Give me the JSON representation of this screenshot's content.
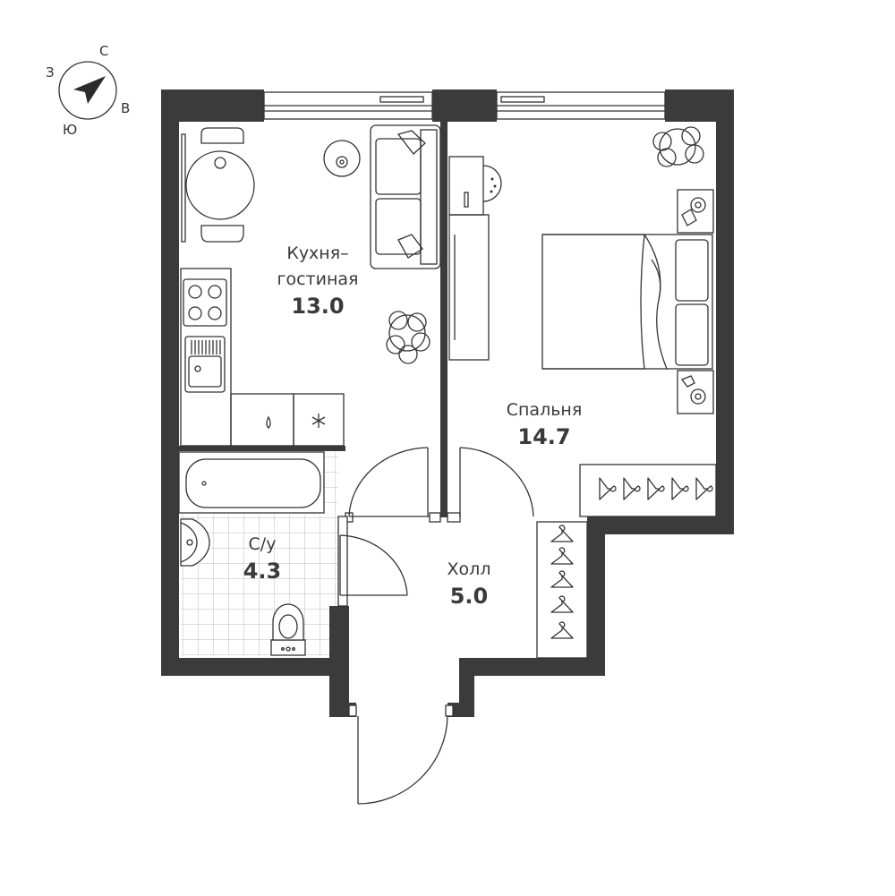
{
  "compass": {
    "north": "С",
    "east": "В",
    "south": "Ю",
    "west": "З"
  },
  "rooms": [
    {
      "id": "kitchen-living",
      "name_line1": "Кухня–",
      "name_line2": "гостиная",
      "area": "13.0"
    },
    {
      "id": "bedroom",
      "name": "Спальня",
      "area": "14.7"
    },
    {
      "id": "bathroom",
      "name": "С/у",
      "area": "4.3"
    },
    {
      "id": "hall",
      "name": "Холл",
      "area": "5.0"
    }
  ],
  "colors": {
    "wall": "#3b3b3b",
    "line": "#333333",
    "background": "#ffffff"
  }
}
